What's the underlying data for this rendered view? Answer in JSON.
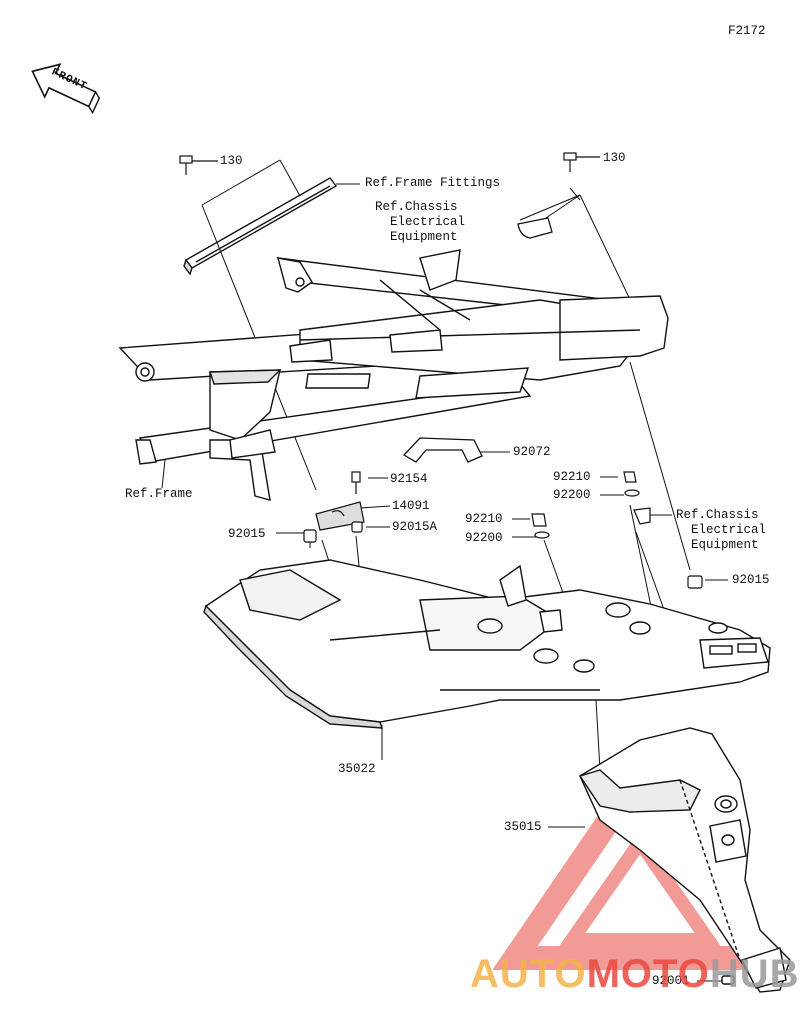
{
  "figure_id": "F2172",
  "front_label": "FRONT",
  "parts": {
    "p130_left": "130",
    "p130_right": "130",
    "p92072": "92072",
    "p92154": "92154",
    "p14091": "14091",
    "p92015_left": "92015",
    "p92015A": "92015A",
    "p92210_a": "92210",
    "p92200_a": "92200",
    "p92210_b": "92210",
    "p92200_b": "92200",
    "p92015_right": "92015",
    "p35022": "35022",
    "p35015": "35015",
    "p92001": "92001"
  },
  "refs": {
    "frame_fittings": "Ref.Frame Fittings",
    "chassis_top": "Ref.Chassis\n  Electrical\n  Equipment",
    "chassis_right": "Ref.Chassis\n  Electrical\n  Equipment",
    "frame": "Ref.Frame"
  },
  "watermark": {
    "part1": "AUTO",
    "part2": "MOTO",
    "part3": "HUB"
  },
  "colors": {
    "line": "#1a1a1a",
    "shade": "#cfcfcf",
    "watermark_red": "#e8483f",
    "watermark_orange": "#f5b24a",
    "watermark_grey": "#9a9a9a"
  }
}
